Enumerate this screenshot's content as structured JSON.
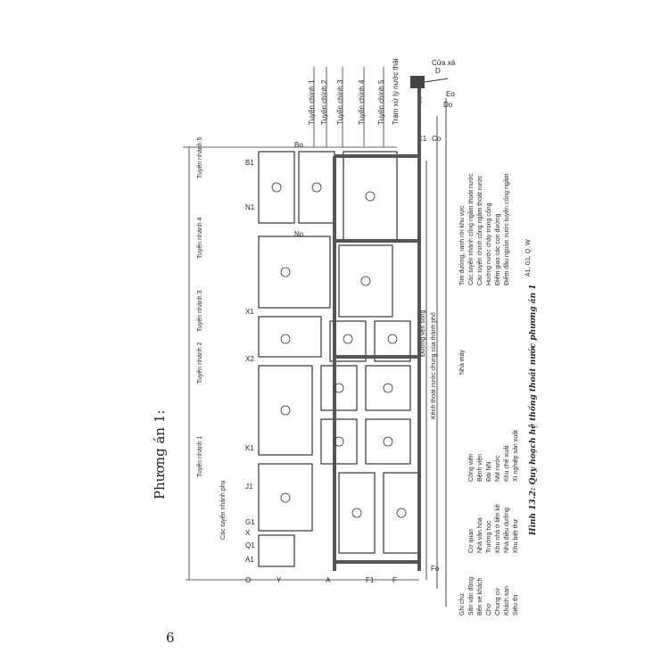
{
  "page_number": "6",
  "plan_title": "Phương án 1:",
  "caption": "Hình 13.2: Quy hoạch hệ thống thoát nước phương án 1",
  "mains": [
    "Tuyến chính 1",
    "Tuyến chính 2",
    "Tuyến chính 3",
    "Tuyến chính 4",
    "Tuyến chính 5",
    "Trạm xử lý nước thải"
  ],
  "outfall": "Cửa xả",
  "secondary_left": [
    "Tuyến nhánh 5",
    "Tuyến nhánh 4",
    "Tuyến nhánh 3",
    "Tuyến nhánh 2",
    "Tuyến nhánh 1",
    "Các tuyến nhánh phụ"
  ],
  "canal": "Kênh thoát nước chung của thành phố",
  "river_road": "Đường ven sông",
  "factory": "Nhà máy",
  "legend_title": "Ghi chú:",
  "legend_cols": [
    [
      "Sân vận động",
      "Bến xe khách",
      "Chợ",
      "Chung cư",
      "Khách sạn",
      "Siêu thị"
    ],
    [
      "Cơ quan",
      "Nhà văn hóa",
      "Trường học",
      "Khu nhà ở liền kề",
      "Nhà điều dưỡng",
      "Khu biệt thự"
    ],
    [
      "Công viên",
      "Bệnh viện",
      "Đài NN",
      "NM nước",
      "Khu chế xuất",
      "Xí nghiệp sản xuất"
    ]
  ],
  "symbols": [
    "Tim đường, ranh rời khu vực",
    "Các tuyến nhánh cống ngầm thoát nước",
    "Các tuyến chính cống ngầm thoát nước",
    "Hướng nước chảy trong cống",
    "Điểm giao các con đường",
    "Điểm đầu nguồn nước tuyến cống ngầm"
  ],
  "symbol_codes": "A1, G1, Q, W",
  "grid_letters": [
    "O",
    "A1",
    "Q1",
    "X",
    "G1",
    "J1",
    "K1",
    "X2",
    "X1",
    "N1",
    "B1",
    "Bo",
    "No",
    "Y",
    "A",
    "F1",
    "F",
    "Fo",
    "C1",
    "Co",
    "D",
    "Do",
    "E",
    "Eo"
  ],
  "colors": {
    "ink": "#222222",
    "main_line": "#555555"
  }
}
